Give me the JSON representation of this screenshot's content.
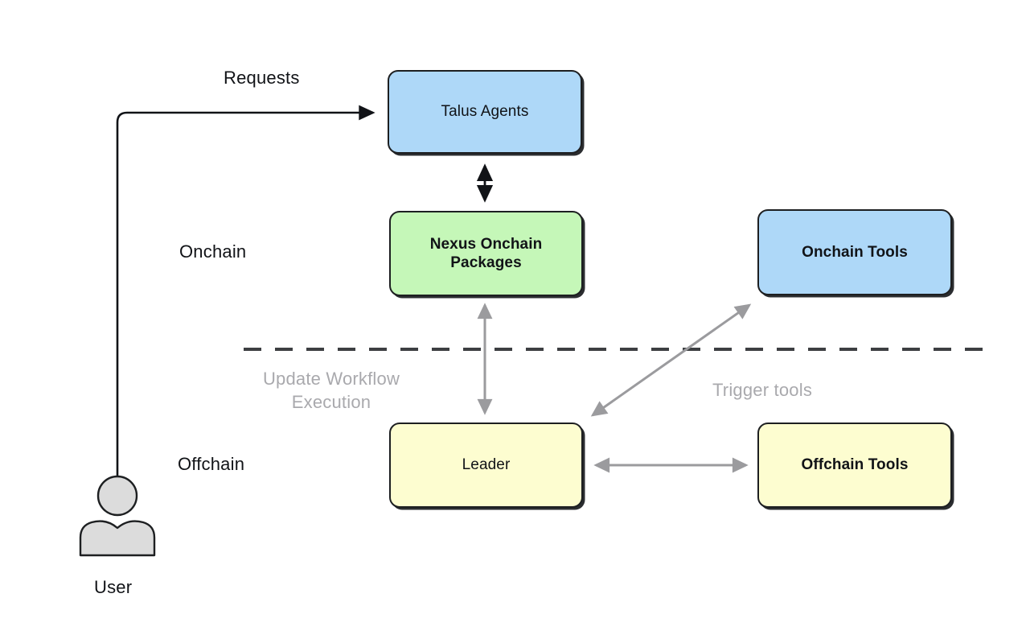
{
  "diagram": {
    "title_present": false,
    "background": "#ffffff",
    "palette": {
      "blue_fill": "#aed8f8",
      "green_fill": "#c5f7b8",
      "yellow_fill": "#fdfdd0",
      "node_stroke": "#1d1f21",
      "text_dark": "#111317",
      "text_muted": "#a9a9ad",
      "arrow_black": "#111317",
      "arrow_gray": "#9b9b9e",
      "divider_dash": "#3d3f42",
      "user_fill": "#dcdcdc"
    },
    "nodes": [
      {
        "id": "talus-agents",
        "label": "Talus Agents",
        "color": "blue"
      },
      {
        "id": "nexus-packages",
        "label": "Nexus Onchain\nPackages",
        "color": "green"
      },
      {
        "id": "onchain-tools",
        "label": "Onchain Tools",
        "color": "blue"
      },
      {
        "id": "leader",
        "label": "Leader",
        "color": "yellow"
      },
      {
        "id": "offchain-tools",
        "label": "Offchain Tools",
        "color": "yellow"
      }
    ],
    "node_labels": {
      "talus_agents": "Talus Agents",
      "nexus_packages_line1": "Nexus Onchain",
      "nexus_packages_line2": "Packages",
      "onchain_tools": "Onchain Tools",
      "leader": "Leader",
      "offchain_tools": "Offchain Tools"
    },
    "layer_labels": {
      "onchain": "Onchain",
      "offchain": "Offchain"
    },
    "edge_labels": {
      "requests": "Requests",
      "update_workflow_execution": "Update Workflow\nExecution",
      "trigger_tools": "Trigger tools"
    },
    "actor": {
      "label": "User",
      "icon": "user-avatar-icon"
    },
    "divider": {
      "style": "dashed",
      "separates": [
        "Onchain",
        "Offchain"
      ]
    },
    "edges": [
      {
        "from": "User",
        "to": "Talus Agents",
        "label": "Requests",
        "style": "solid-black",
        "heads": "one"
      },
      {
        "from": "Talus Agents",
        "to": "Nexus Onchain Packages",
        "label": "",
        "style": "solid-black",
        "heads": "both"
      },
      {
        "from": "Nexus Onchain Packages",
        "to": "Leader",
        "label": "Update Workflow Execution",
        "style": "solid-gray",
        "heads": "both"
      },
      {
        "from": "Leader",
        "to": "Onchain Tools",
        "label": "Trigger tools",
        "style": "solid-gray",
        "heads": "both"
      },
      {
        "from": "Leader",
        "to": "Offchain Tools",
        "label": "",
        "style": "solid-gray",
        "heads": "both"
      }
    ]
  }
}
